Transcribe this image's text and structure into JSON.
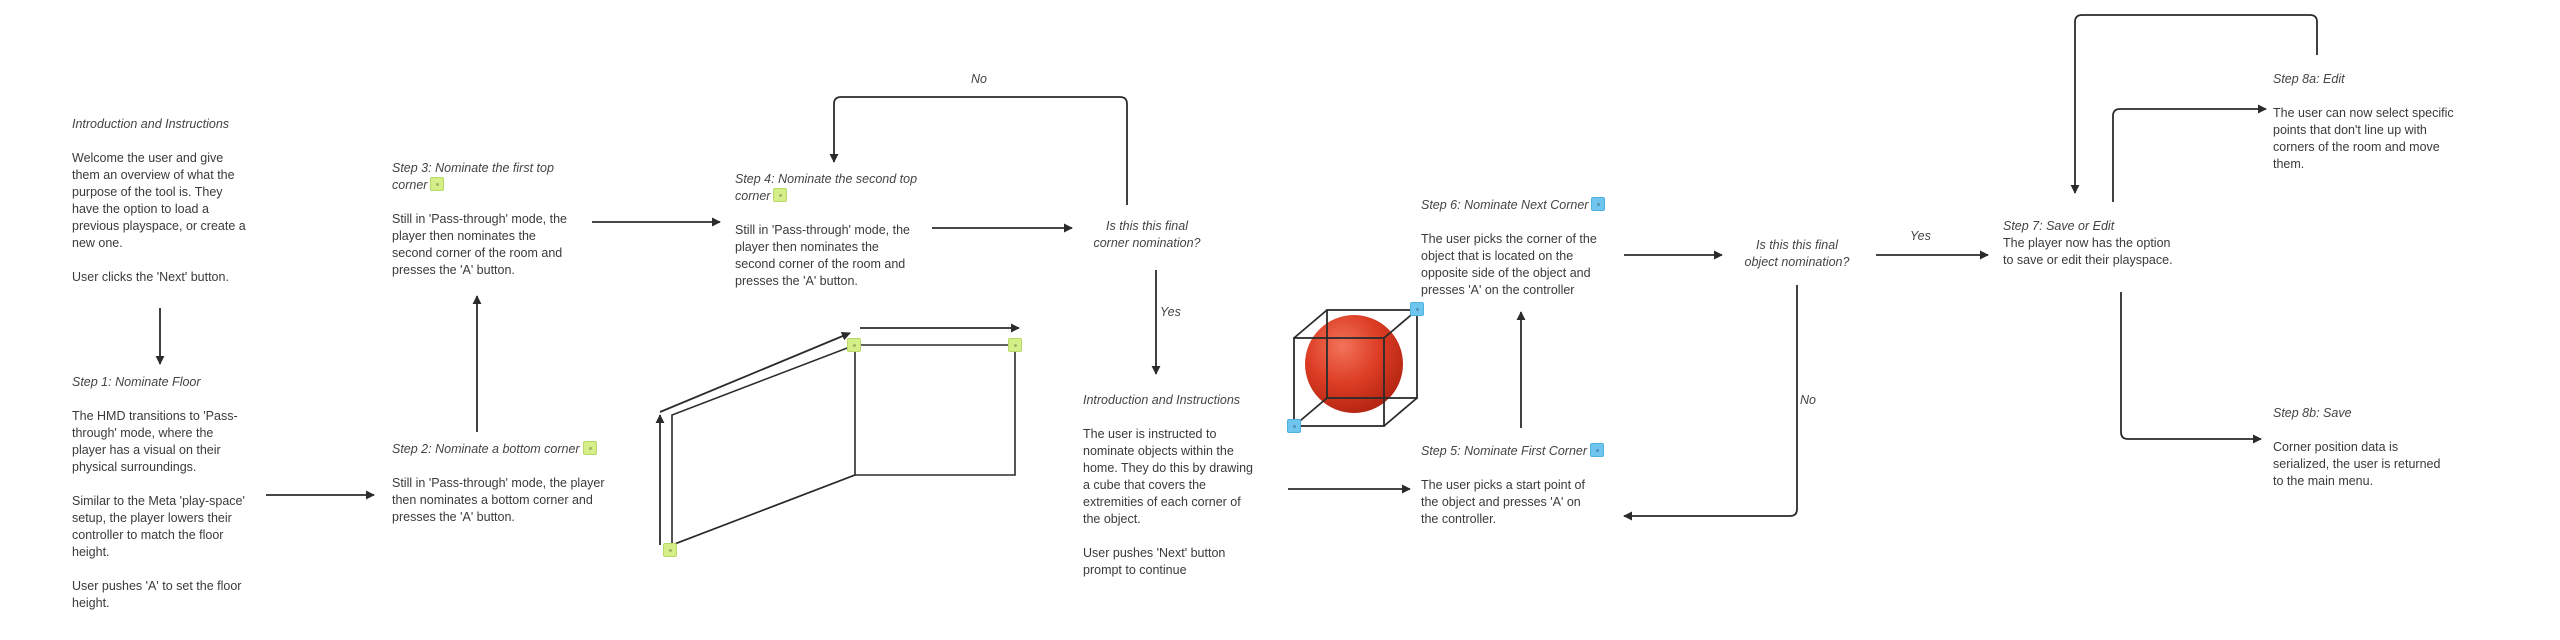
{
  "blocks": {
    "intro": {
      "title": "Introduction and Instructions",
      "p1": "Welcome the user and give\nthem an overview of what the\npurpose of the tool is. They\nhave the option to load a\nprevious playspace, or create a\nnew one.",
      "p2": "User clicks the 'Next' button."
    },
    "step1": {
      "title": "Step 1: Nominate Floor",
      "p1": "The HMD transitions to 'Pass-\nthrough' mode, where the\nplayer has a visual on their\nphysical surroundings.",
      "p2": "Similar to the Meta 'play-space'\nsetup, the player lowers their\ncontroller to match the floor\nheight.",
      "p3": "User pushes 'A' to set the floor\nheight."
    },
    "step2": {
      "title": "Step 2: Nominate a bottom corner",
      "p1": "Still in 'Pass-through' mode, the player\nthen nominates a bottom corner and\npresses the 'A' button."
    },
    "step3": {
      "title_line1": "Step 3: Nominate the first top",
      "title_line2": "corner",
      "p1": "Still in 'Pass-through' mode, the\nplayer then nominates the\nsecond corner of the room and\npresses the 'A' button."
    },
    "step4": {
      "title_line1": "Step 4: Nominate the second  top",
      "title_line2": "corner",
      "p1": "Still in 'Pass-through' mode, the\nplayer then nominates the\nsecond corner of the room and\npresses the 'A' button."
    },
    "intro2": {
      "title": "Introduction and Instructions",
      "p1": "The user is instructed to\nnominate objects within the\nhome. They do this by drawing\na cube that covers the\nextremities of each corner of\nthe object.",
      "p2": "User pushes 'Next' button\nprompt to continue"
    },
    "step5": {
      "title": "Step 5: Nominate First Corner",
      "p1": "The user picks a start point of\nthe object and presses 'A' on\nthe controller."
    },
    "step6": {
      "title": "Step 6: Nominate Next Corner",
      "p1": "The user picks the corner of the\nobject that is located on the\nopposite side of the object and\npresses 'A' on the controller"
    },
    "step7": {
      "title": "Step 7: Save or Edit",
      "p1": "The player now has the option\nto save or edit their playspace."
    },
    "step8a": {
      "title": "Step 8a: Edit",
      "p1": "The user can now select specific\npoints that don't line up with\ncorners of the room and move\nthem."
    },
    "step8b": {
      "title": "Step 8b: Save",
      "p1": "Corner position data is\nserialized, the user is returned\nto the main menu."
    }
  },
  "questions": {
    "corner_final": "Is this this final\ncorner nomination?",
    "object_final": "Is this this final\nobject nomination?"
  },
  "labels": {
    "no_top": "No",
    "yes_corner": "Yes",
    "yes_object": "Yes",
    "no_object": "No"
  },
  "colors": {
    "arrow": "#2b2b2b",
    "green_marker": "#d4ee88",
    "blue_marker": "#6ec6ee",
    "sphere": "#d63a22"
  }
}
